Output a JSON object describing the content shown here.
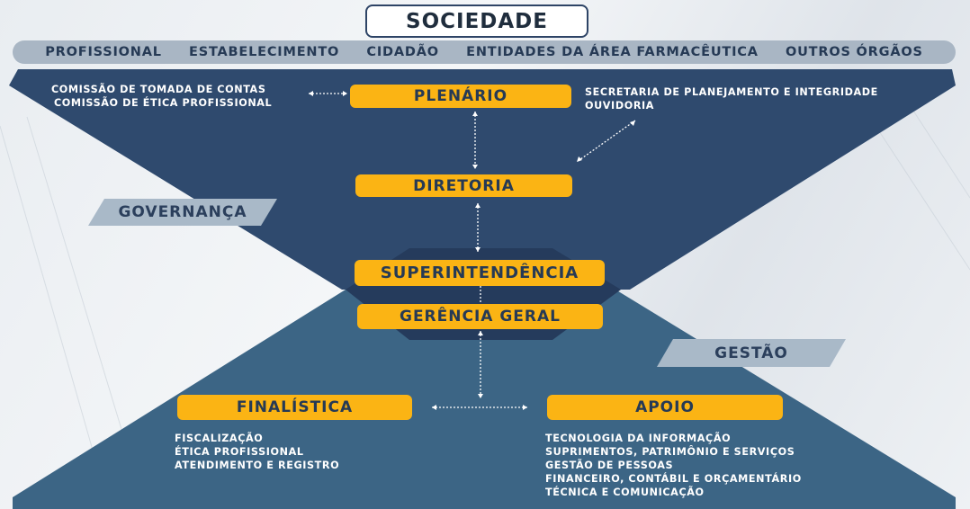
{
  "header": {
    "title": "SOCIEDADE"
  },
  "society_bar": {
    "items": [
      "PROFISSIONAL",
      "ESTABELECIMENTO",
      "CIDADÃO",
      "ENTIDADES DA ÁREA FARMACÊUTICA",
      "OUTROS ÓRGÃOS"
    ]
  },
  "governance": {
    "label": "GOVERNANÇA",
    "plenario": "PLENÁRIO",
    "diretoria": "DIRETORIA",
    "superintendencia": "SUPERINTENDÊNCIA",
    "left_commissions": [
      "COMISSÃO DE TOMADA DE CONTAS",
      "COMISSÃO DE ÉTICA PROFISSIONAL"
    ],
    "right_units": [
      "SECRETARIA DE PLANEJAMENTO E INTEGRIDADE",
      "OUVIDORIA"
    ]
  },
  "management": {
    "label": "GESTÃO",
    "gerencia": "GERÊNCIA GERAL",
    "finalistica": {
      "title": "FINALÍSTICA",
      "items": [
        "FISCALIZAÇÃO",
        "ÉTICA PROFISSIONAL",
        "ATENDIMENTO E REGISTRO"
      ]
    },
    "apoio": {
      "title": "APOIO",
      "items": [
        "TECNOLOGIA DA INFORMAÇÃO",
        "SUPRIMENTOS, PATRIMÔNIO E SERVIÇOS",
        "GESTÃO DE PESSOAS",
        "FINANCEIRO, CONTÁBIL E ORÇAMENTÁRIO",
        "TÉCNICA E COMUNICAÇÃO"
      ]
    }
  },
  "colors": {
    "governance_navy": "#2f4a6e",
    "management_blue": "#3c6585",
    "accent_yellow": "#fbb414",
    "text_dark": "#263a55"
  }
}
